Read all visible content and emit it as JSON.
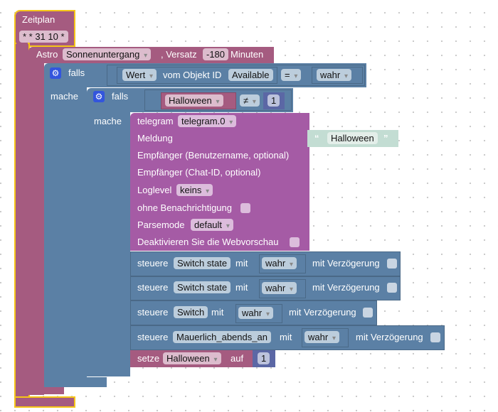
{
  "zeitplan": {
    "title": "Zeitplan",
    "cron": "* * 31 10 *"
  },
  "astro": {
    "label": "Astro",
    "event": "Sonnenuntergang",
    "offset_label": ", Versatz",
    "offset": "-180",
    "unit": "Minuten"
  },
  "if1": {
    "falls": "falls",
    "mache": "mache",
    "property": "Wert",
    "object_label": "vom Objekt ID",
    "object": "Available",
    "operator": "=",
    "value": "wahr"
  },
  "if2": {
    "falls": "falls",
    "mache": "mache",
    "variable": "Halloween",
    "operator": "≠",
    "value": "1"
  },
  "telegram": {
    "label": "telegram",
    "instance": "telegram.0",
    "message_label": "Meldung",
    "message": "Halloween",
    "user_label": "Empfänger (Benutzername, optional)",
    "chat_label": "Empfänger (Chat-ID, optional)",
    "loglevel_label": "Loglevel",
    "loglevel": "keins",
    "silent_label": "ohne Benachrichtigung",
    "parsemode_label": "Parsemode",
    "parsemode": "default",
    "preview_label": "Deaktivieren Sie die Webvorschau"
  },
  "controls": [
    {
      "label": "steuere",
      "object": "Switch state",
      "with": "mit",
      "value": "wahr",
      "delay_label": "mit Verzögerung"
    },
    {
      "label": "steuere",
      "object": "Switch state",
      "with": "mit",
      "value": "wahr",
      "delay_label": "mit Verzögerung"
    },
    {
      "label": "steuere",
      "object": "Switch",
      "with": "mit",
      "value": "wahr",
      "delay_label": "mit Verzögerung"
    },
    {
      "label": "steuere",
      "object": "Mauerlich_abends_an",
      "with": "mit",
      "value": "wahr",
      "delay_label": "mit Verzögerung"
    }
  ],
  "setze": {
    "label": "setze",
    "variable": "Halloween",
    "to": "auf",
    "value": "1"
  }
}
